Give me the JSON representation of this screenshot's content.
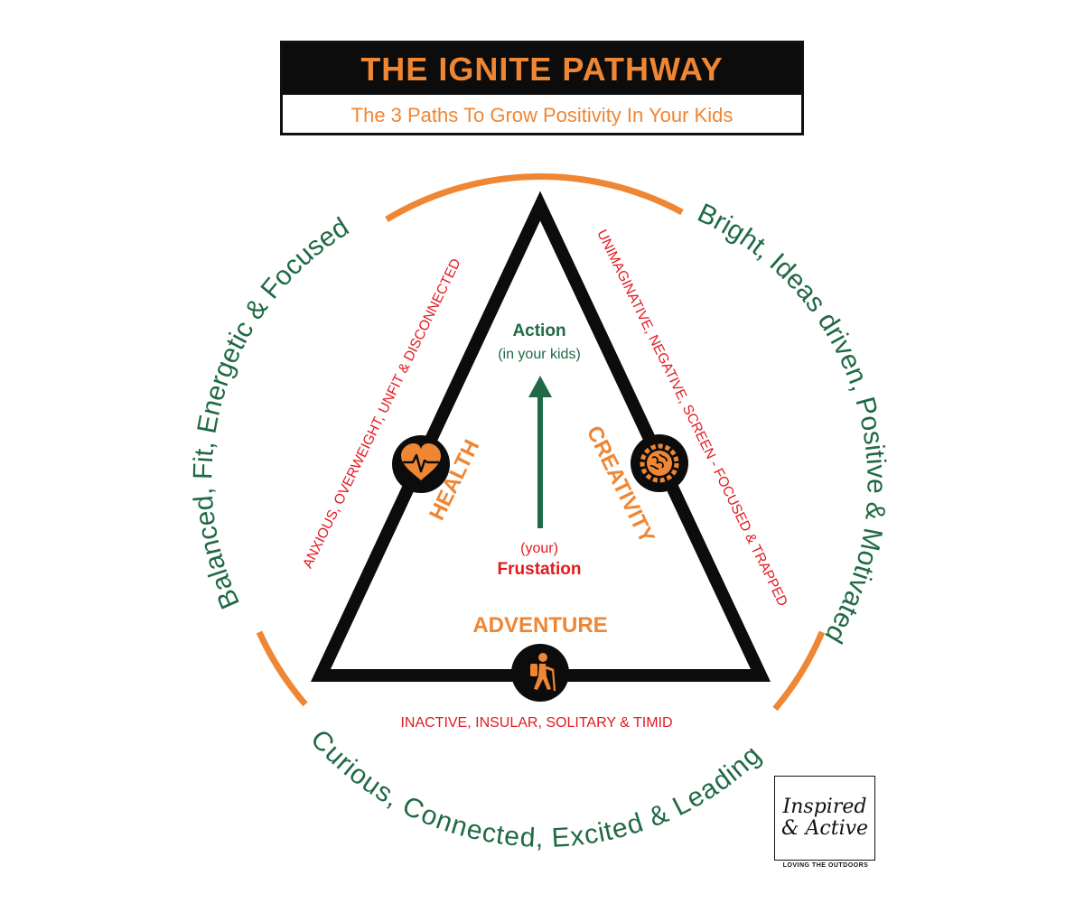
{
  "header": {
    "title": "THE IGNITE PATHWAY",
    "subtitle": "The 3 Paths To Grow Positivity In Your Kids"
  },
  "outcomes": {
    "health": "Balanced, Fit, Energetic & Focused",
    "creativity": "Bright, Ideas driven, Positive & Motivated",
    "adventure": "Curious, Connected, Excited & Leading"
  },
  "problems": {
    "health": "ANXIOUS, OVERWEIGHT, UNFIT & DISCONNECTED",
    "creativity": "UNIMAGINATIVE, NEGATIVE, SCREEN - FOCUSED & TRAPPED",
    "adventure": "INACTIVE, INSULAR, SOLITARY & TIMID"
  },
  "paths": {
    "health": "HEALTH",
    "creativity": "CREATIVITY",
    "adventure": "ADVENTURE"
  },
  "center": {
    "action": "Action",
    "action_sub": "(in your kids)",
    "frustration_pre": "(your)",
    "frustration": "Frustation"
  },
  "icons": {
    "health": "heart-pulse-icon",
    "creativity": "brain-gear-icon",
    "adventure": "hiker-icon"
  },
  "colors": {
    "orange": "#ef8634",
    "green": "#1f6a45",
    "red": "#e3181f",
    "black": "#111111"
  },
  "logo": {
    "line1": "Inspired",
    "line2": "& Active",
    "tagline": "LOVING THE OUTDOORS"
  }
}
